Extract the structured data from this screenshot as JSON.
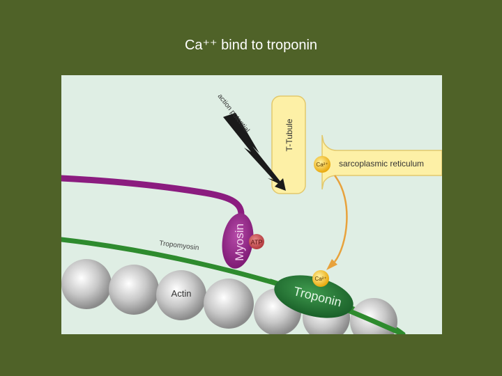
{
  "slide": {
    "title": "Ca⁺⁺ bind to troponin"
  },
  "diagram": {
    "labels": {
      "action_potential": "action potential",
      "t_tubule": "T-Tubule",
      "sarcoplasmic_reticulum": "sarcoplasmic reticulum",
      "ca_sr": "Ca²⁺",
      "ca_troponin": "Ca²⁺",
      "myosin": "Myosin",
      "atp": "ATP",
      "tropomyosin": "Tropomyosin",
      "actin": "Actin",
      "troponin": "Troponin"
    },
    "colors": {
      "slide_bg": "#4f6228",
      "panel_bg": "#dfeee4",
      "membrane": "#fdf0a6",
      "membrane_stroke": "#e2c86c",
      "myosin": "#8b1c7f",
      "tropomyosin": "#2e8b2e",
      "troponin": "#1f6e2f",
      "actin": "#b9b9b9",
      "atp": "#c0474a",
      "calcium": "#f3c21d",
      "arrow": "#e8a23c"
    }
  }
}
